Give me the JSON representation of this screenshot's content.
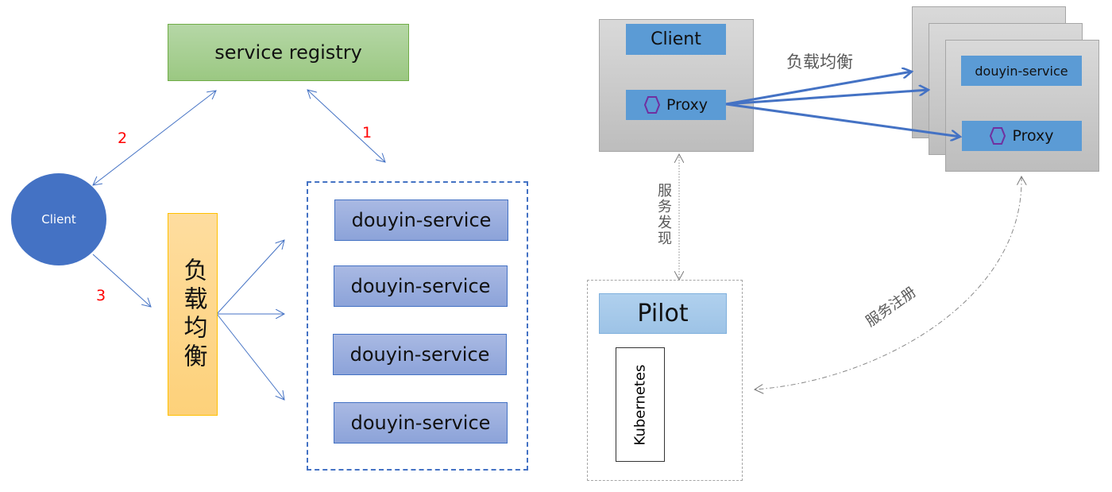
{
  "left": {
    "registry": "service registry",
    "client": "Client",
    "load_balancer": "负载均衡",
    "steps": [
      "1",
      "2",
      "3"
    ],
    "services": [
      "douyin-service",
      "douyin-service",
      "douyin-service",
      "douyin-service"
    ]
  },
  "right": {
    "client": "Client",
    "client_proxy": "Proxy",
    "load_balance_label": "负载均衡",
    "service": "douyin-service",
    "service_proxy": "Proxy",
    "discovery_label": "服务发现",
    "registration_label": "服务注册",
    "pilot": "Pilot",
    "kubernetes": "Kubernetes"
  },
  "colors": {
    "accent": "#4472c4",
    "registry": "#9bc882",
    "lb": "#ffc000",
    "box_blue": "#5b9bd5",
    "hex": "#7030a0",
    "step": "#ff0000"
  }
}
